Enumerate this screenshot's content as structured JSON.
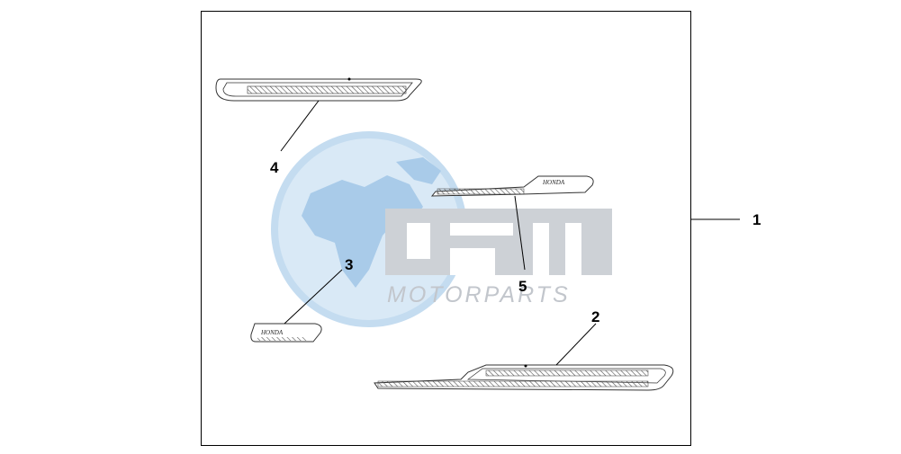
{
  "diagram": {
    "callouts": {
      "c1": "1",
      "c2": "2",
      "c3": "3",
      "c4": "4",
      "c5": "5"
    },
    "emblem_text": {
      "part3": "HONDA",
      "part5": "HONDA"
    }
  },
  "watermark": {
    "logo": "OSM",
    "subtitle": "MOTORPARTS",
    "colors": {
      "globe": "#cfe3f4",
      "land": "#a9cbe9",
      "text": "#c8ccd2"
    }
  },
  "colors": {
    "frame": "#000000",
    "stripe": "#555555",
    "background": "#ffffff"
  }
}
